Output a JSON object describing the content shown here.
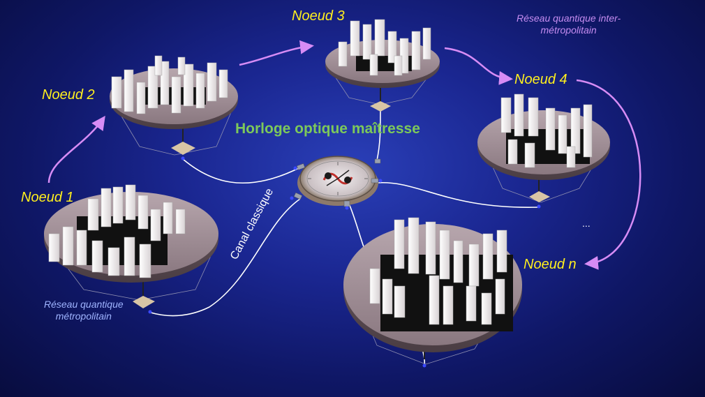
{
  "nodes": {
    "n1": "Noeud 1",
    "n2": "Noeud 2",
    "n3": "Noeud 3",
    "n4": "Noeud 4",
    "nn": "Noeud n"
  },
  "clock_title": "Horloge optique maîtresse",
  "classic_channel": "Canal classique",
  "ellipsis": "...",
  "metro_network": {
    "line1": "Réseau quantique",
    "line2": "métropolitain"
  },
  "inter_network": {
    "line1": "Réseau quantique inter-",
    "line2": "métropolitain"
  },
  "colors": {
    "node_label": "#ffef1e",
    "clock_title": "#7dc95a",
    "inter_network": "#c58cf0",
    "metro_network": "#9fb4ff",
    "arrow": "#d78cf5",
    "fiber": "#ffffff"
  }
}
